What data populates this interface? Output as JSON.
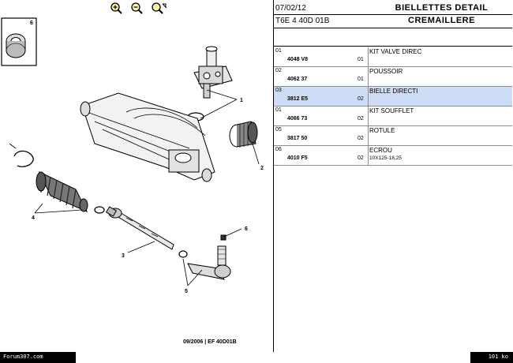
{
  "toolbar": {
    "zoom_in_icon": "magnifier-plus-icon",
    "zoom_out_icon": "magnifier-minus-icon",
    "zoom_area_icon": "magnifier-area-icon"
  },
  "diagram": {
    "reference": "09/2006 | EF 40D01B",
    "callouts": [
      "6",
      "1",
      "2",
      "4",
      "3",
      "5",
      "6"
    ]
  },
  "panel": {
    "date": "07/02/12",
    "title": "BIELLETTES DETAIL",
    "model": "T6E 4 40D 01B",
    "subtitle": "CREMAILLERE",
    "parts": [
      {
        "rep": "01",
        "num": "4048 V8",
        "qty": "01",
        "label": "KIT VALVE DIREC",
        "comment": "",
        "selected": false
      },
      {
        "rep": "02",
        "num": "4062 37",
        "qty": "01",
        "label": "POUSSOIR",
        "comment": "",
        "selected": false
      },
      {
        "rep": "03",
        "num": "3812 E5",
        "qty": "02",
        "label": "BIELLE DIRECTI",
        "comment": "",
        "selected": true
      },
      {
        "rep": "01",
        "num": "4066 73",
        "qty": "02",
        "label": "KIT SOUFFLET",
        "comment": "",
        "selected": false
      },
      {
        "rep": "05",
        "num": "3817 50",
        "qty": "02",
        "label": "ROTULE",
        "comment": "",
        "selected": false
      },
      {
        "rep": "06",
        "num": "4010 F5",
        "qty": "02",
        "label": "ECROU",
        "comment": "10X125-18,25",
        "selected": false
      }
    ]
  },
  "status": {
    "left": "Forum307.com",
    "right": "101 ko"
  },
  "colors": {
    "selected_row": "#cfdcf6",
    "status_bar": "#000000",
    "line": "#000000"
  }
}
